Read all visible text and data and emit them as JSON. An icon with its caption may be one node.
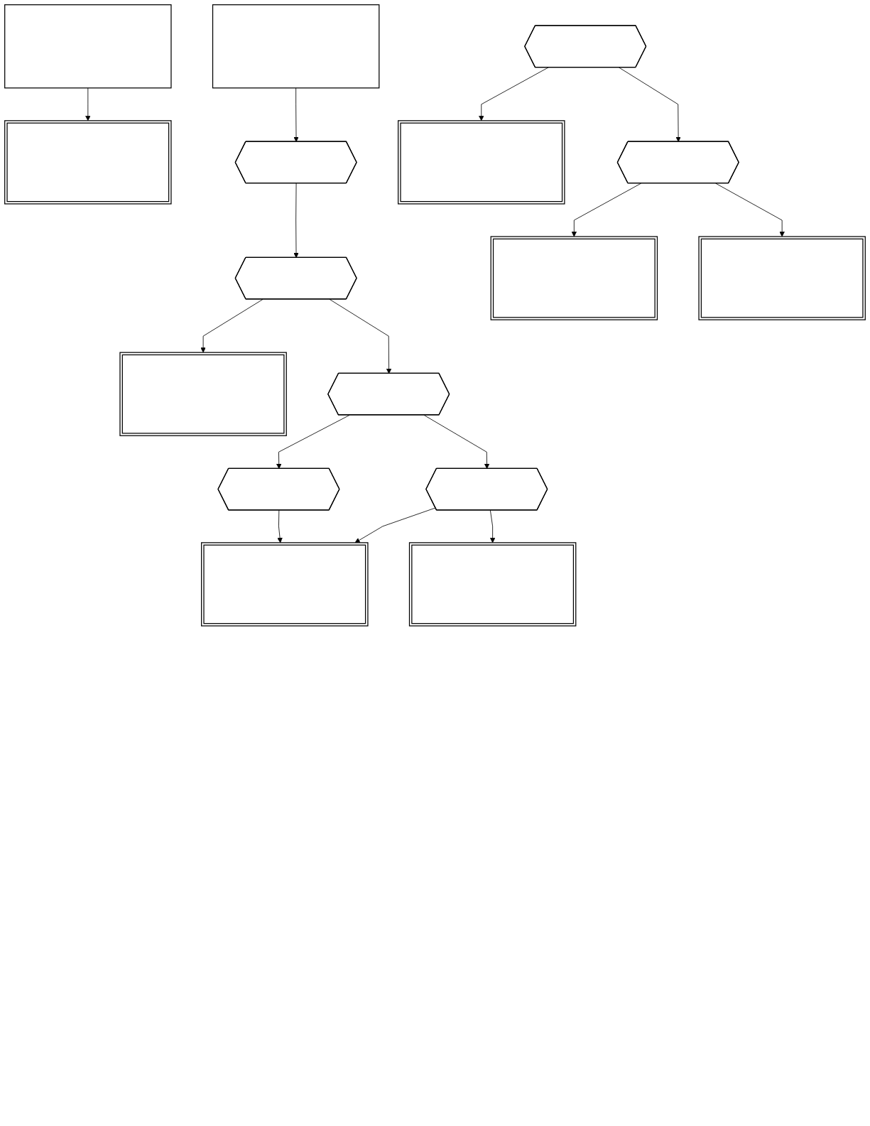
{
  "diagram": {
    "nodes": [
      {
        "text": [],
        "shape": "box"
      },
      {
        "text": [],
        "shape": "box"
      },
      {
        "text": [],
        "shape": "box"
      },
      {
        "text": [],
        "shape": "hexagon"
      },
      {
        "text": [],
        "shape": "hexagon"
      },
      {
        "text": [],
        "shape": "box"
      },
      {
        "text": [],
        "shape": "hexagon"
      },
      {
        "text": [],
        "shape": "hexagon"
      },
      {
        "text": [],
        "shape": "hexagon"
      },
      {
        "text": [],
        "shape": "box"
      },
      {
        "text": [],
        "shape": "box"
      },
      {
        "text": [],
        "shape": "hexagon"
      },
      {
        "text": [],
        "shape": "box"
      },
      {
        "text": [],
        "shape": "hexagon"
      },
      {
        "text": [],
        "shape": "box"
      },
      {
        "text": [],
        "shape": "box"
      }
    ],
    "edges": [
      {
        "from": 0,
        "to": 1,
        "arrow": "to"
      },
      {
        "from": 2,
        "to": 3,
        "arrow": "to"
      },
      {
        "from": 3,
        "to": 4,
        "arrow": "to"
      },
      {
        "from": 4,
        "to": 5,
        "arrow": "to"
      },
      {
        "from": 4,
        "to": 6,
        "arrow": "to"
      },
      {
        "from": 6,
        "to": 7,
        "arrow": "to"
      },
      {
        "from": 6,
        "to": 8,
        "arrow": "to"
      },
      {
        "from": 7,
        "to": 10,
        "arrow": "to"
      },
      {
        "from": 8,
        "to": 10,
        "arrow": "to"
      },
      {
        "from": 8,
        "to": 9,
        "arrow": "to"
      },
      {
        "from": 11,
        "to": 12,
        "arrow": "to"
      },
      {
        "from": 11,
        "to": 13,
        "arrow": "to"
      },
      {
        "from": 13,
        "to": 14,
        "arrow": "to"
      },
      {
        "from": 13,
        "to": 15,
        "arrow": "to"
      }
    ]
  }
}
